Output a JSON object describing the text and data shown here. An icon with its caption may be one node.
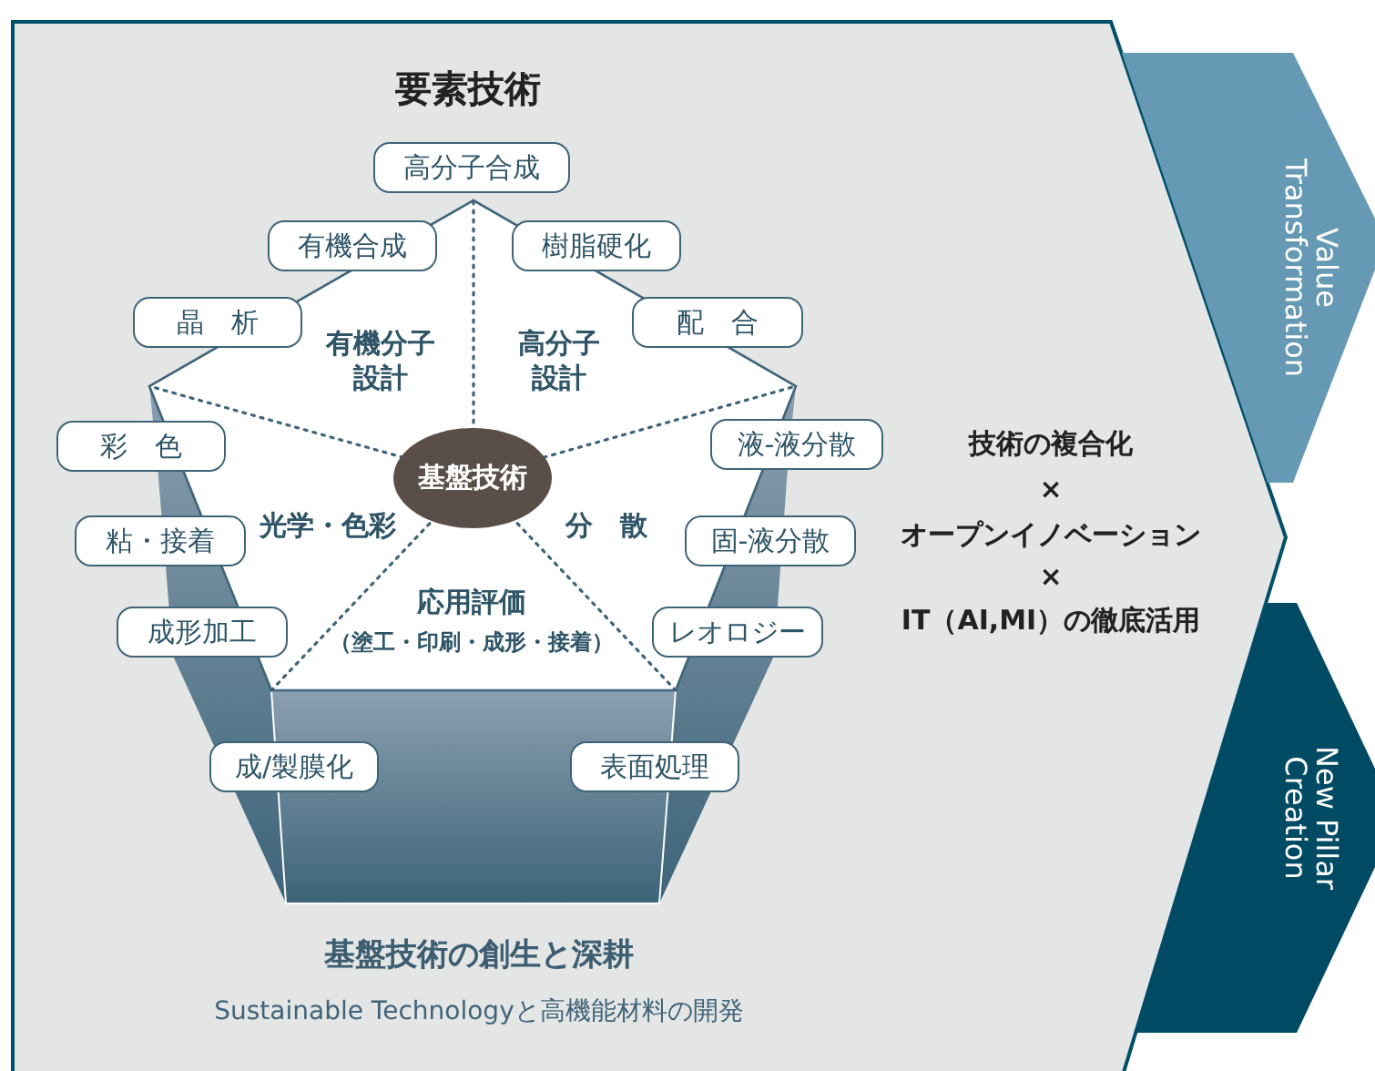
{
  "diagram": {
    "title": "要素技術",
    "nodes": [
      {
        "text": [
          "高分子合成"
        ]
      },
      {
        "text": [
          "有機合成"
        ]
      },
      {
        "text": [
          "樹脂硬化"
        ]
      },
      {
        "text": [
          "晶　析"
        ]
      },
      {
        "text": [
          "配　合"
        ]
      },
      {
        "text": [
          "彩　色"
        ]
      },
      {
        "text": [
          "液-液分散"
        ]
      },
      {
        "text": [
          "粘・接着"
        ]
      },
      {
        "text": [
          "固-液分散"
        ]
      },
      {
        "text": [
          "成形加工"
        ]
      },
      {
        "text": [
          "レオロジー"
        ]
      },
      {
        "text": [
          "成/製膜化"
        ]
      },
      {
        "text": [
          "表面処理"
        ]
      },
      {
        "text": [
          "基盤技術"
        ]
      },
      {
        "text": [
          "Value Transformation"
        ]
      },
      {
        "text": [
          "New Pillar Creation"
        ]
      }
    ],
    "labels": [
      "有機分子設計",
      "高分子設計",
      "光学・色彩",
      "分　散",
      "応用評価",
      "（塗工・印刷・成形・接着）",
      "技術の複合化",
      "×",
      "オープンイノベーション",
      "×",
      "IT（AI,MI）の徹底活用",
      "基盤技術の創生と深耕",
      "Sustainable Technologyと高機能材料の開発"
    ]
  }
}
